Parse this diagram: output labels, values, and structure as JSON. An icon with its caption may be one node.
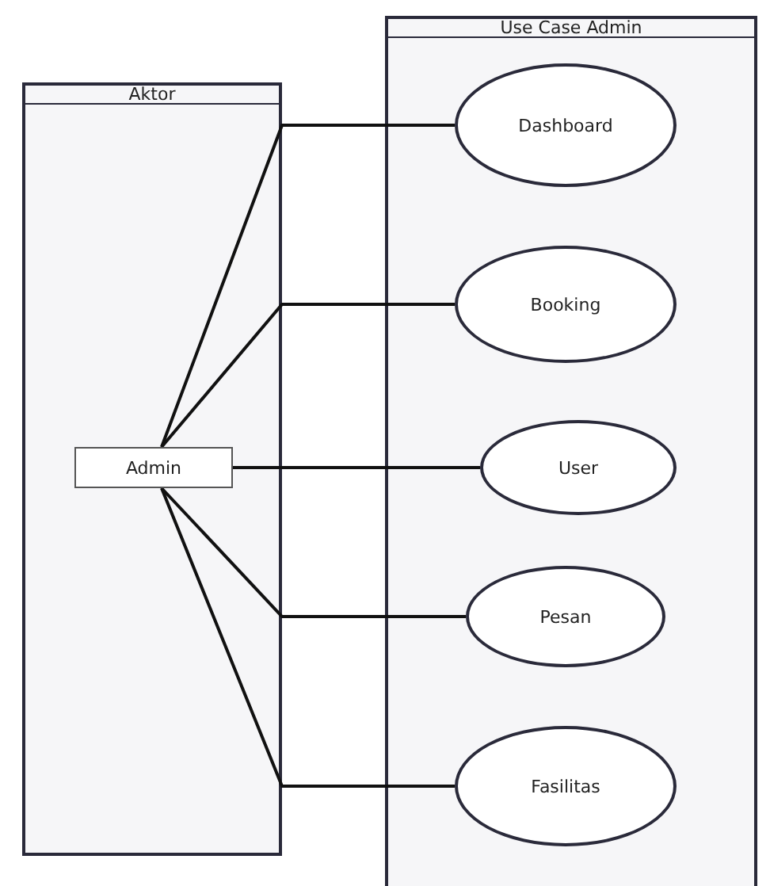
{
  "diagram": {
    "nodes": [
      {
        "text": [
          "Aktor"
        ]
      },
      {
        "text": [
          "Admin"
        ],
        "in": 0
      },
      {
        "text": [
          "Use Case Admin"
        ]
      },
      {
        "text": [
          "Dashboard"
        ],
        "in": 2
      },
      {
        "text": [
          "Booking"
        ],
        "in": 2
      },
      {
        "text": [
          "User"
        ],
        "in": 2
      },
      {
        "text": [
          "Pesan"
        ],
        "in": 2
      },
      {
        "text": [
          "Fasilitas"
        ],
        "in": 2
      }
    ],
    "edges": [
      {
        "from": 1,
        "to": 3,
        "arrow": "none"
      },
      {
        "from": 1,
        "to": 4,
        "arrow": "none"
      },
      {
        "from": 1,
        "to": 5,
        "arrow": "none"
      },
      {
        "from": 1,
        "to": 6,
        "arrow": "none"
      },
      {
        "from": 1,
        "to": 7,
        "arrow": "none"
      }
    ]
  }
}
